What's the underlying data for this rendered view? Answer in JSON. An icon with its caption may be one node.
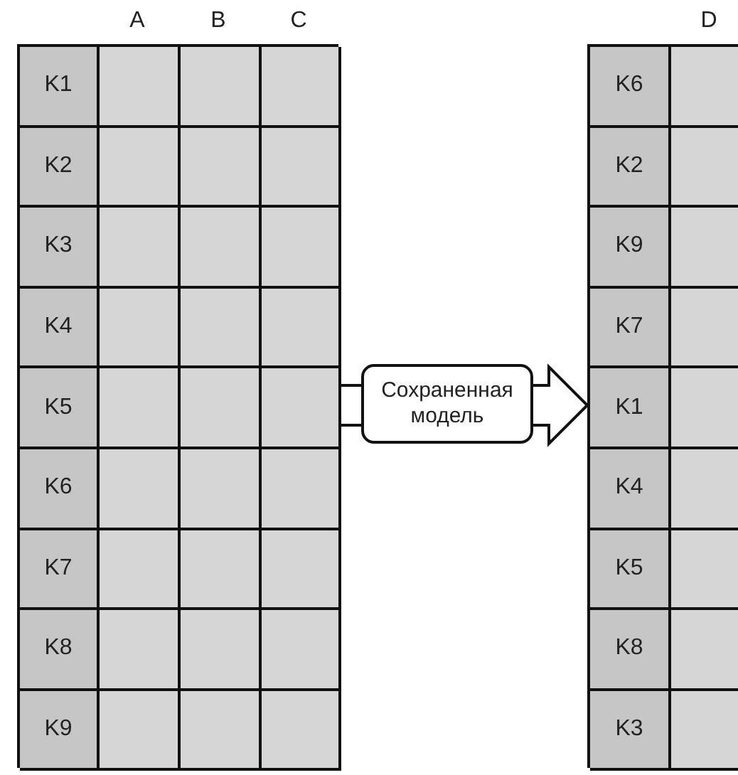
{
  "diagram": {
    "nodes": [
      {
        "text": [],
        "shape": "box"
      },
      {
        "text": [],
        "shape": "box"
      }
    ],
    "edges": [
      {
        "from": 0,
        "to": 1,
        "arrow": "to",
        "label": "Сохраненная модель"
      }
    ],
    "labels": [
      "A",
      "B",
      "C",
      "K1",
      "K2",
      "K3",
      "K4",
      "K5",
      "K6",
      "K7",
      "K8",
      "K9",
      "D",
      "K6",
      "K2",
      "K9",
      "K7",
      "K1",
      "K4",
      "K5",
      "K8",
      "K3"
    ]
  }
}
